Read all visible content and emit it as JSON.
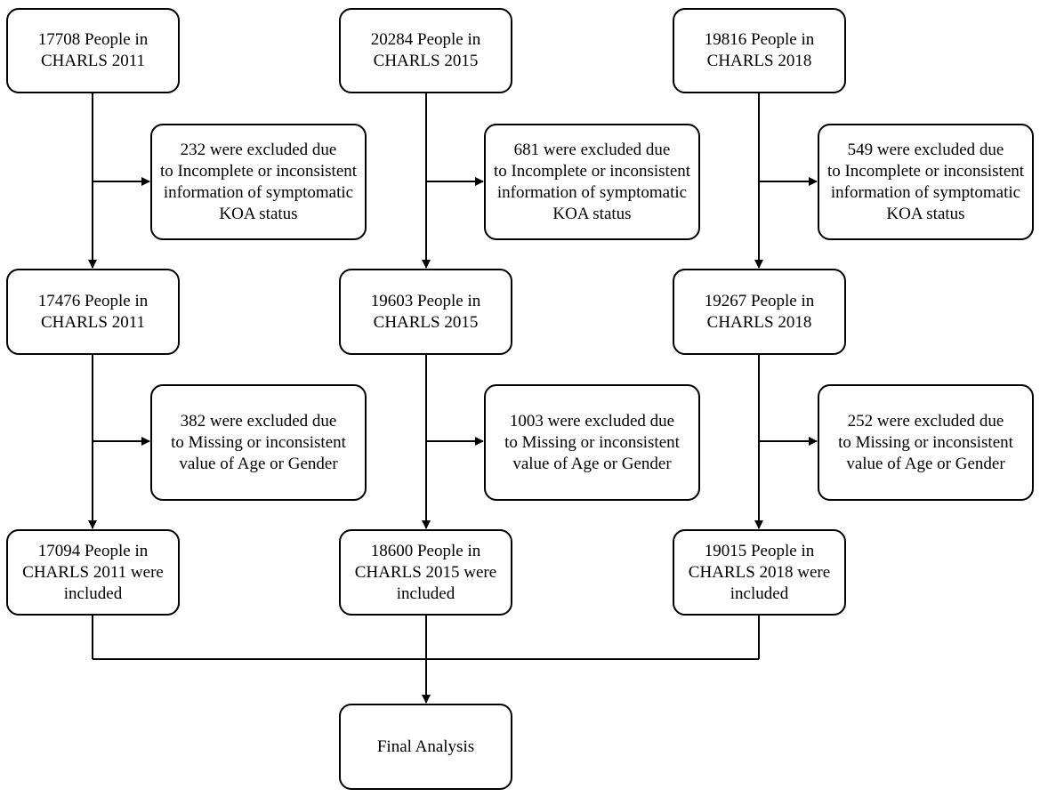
{
  "columns": [
    {
      "start": [
        "17708 People in",
        "CHARLS 2011"
      ],
      "exclusion_1": [
        "232 were excluded due",
        "to Incomplete or inconsistent",
        "information of symptomatic",
        "KOA status"
      ],
      "after_1": [
        "17476 People in",
        "CHARLS 2011"
      ],
      "exclusion_2": [
        "382 were excluded due",
        "to Missing or inconsistent",
        "value of Age or Gender"
      ],
      "included": [
        "17094 People in",
        "CHARLS 2011 were",
        "included"
      ]
    },
    {
      "start": [
        "20284 People in",
        "CHARLS 2015"
      ],
      "exclusion_1": [
        "681 were excluded due",
        "to Incomplete or inconsistent",
        "information of symptomatic",
        "KOA status"
      ],
      "after_1": [
        "19603 People in",
        "CHARLS 2015"
      ],
      "exclusion_2": [
        "1003 were excluded due",
        "to Missing or inconsistent",
        "value of Age or Gender"
      ],
      "included": [
        "18600 People in",
        "CHARLS 2015 were",
        "included"
      ]
    },
    {
      "start": [
        "19816 People in",
        "CHARLS 2018"
      ],
      "exclusion_1": [
        "549 were excluded due",
        "to Incomplete or inconsistent",
        "information of symptomatic",
        "KOA status"
      ],
      "after_1": [
        "19267 People in",
        "CHARLS 2018"
      ],
      "exclusion_2": [
        "252 were excluded due",
        "to Missing or inconsistent",
        "value of Age or Gender"
      ],
      "included": [
        "19015 People in",
        "CHARLS 2018 were",
        "included"
      ]
    }
  ],
  "final": [
    "Final Analysis"
  ]
}
